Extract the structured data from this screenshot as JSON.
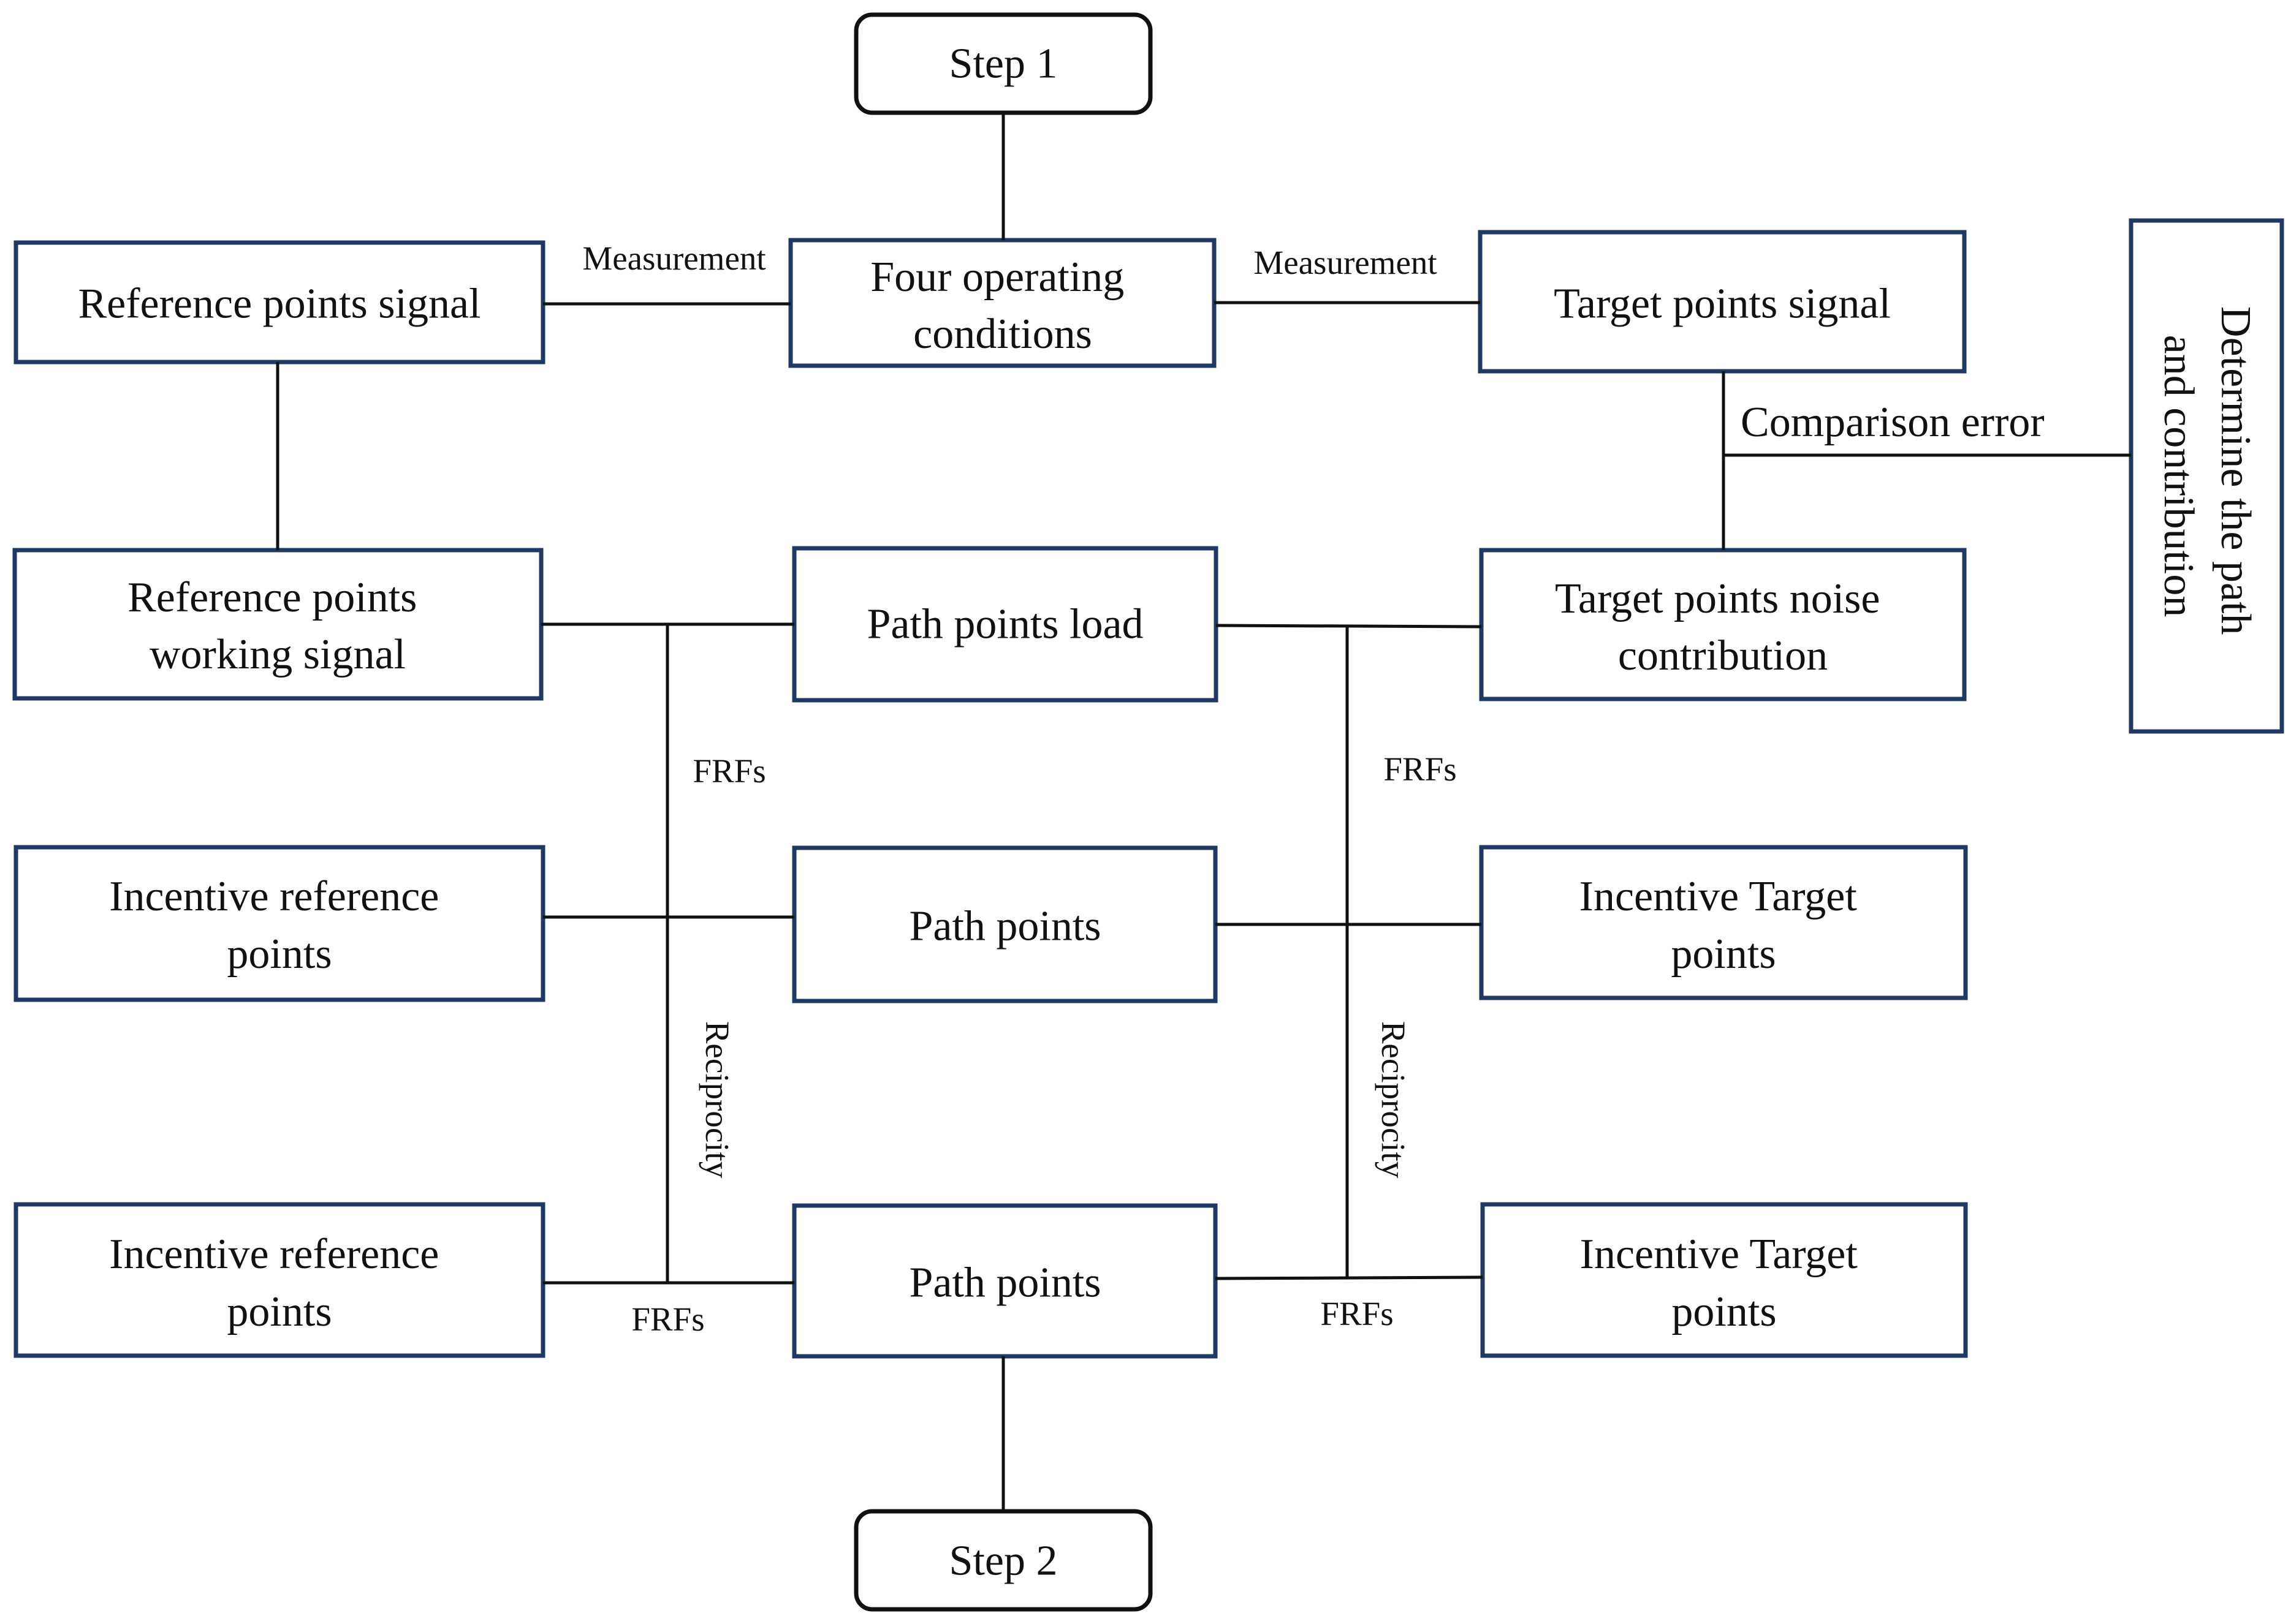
{
  "colors": {
    "box_border": "#1f3864",
    "line": "#111111",
    "background": "#ffffff"
  },
  "steps": {
    "step1": "Step 1",
    "step2": "Step 2"
  },
  "boxes": {
    "four_conditions": [
      "Four operating",
      "conditions"
    ],
    "reference_signal": [
      "Reference points signal"
    ],
    "target_signal": [
      "Target points signal"
    ],
    "determine": [
      "Determine the path",
      "and contribution"
    ],
    "reference_working": [
      "Reference points",
      "working signal"
    ],
    "path_load": [
      "Path points load"
    ],
    "target_noise": [
      "Target points noise",
      "contribution"
    ],
    "incentive_ref_mid": [
      "Incentive reference",
      "points"
    ],
    "path_points_mid": [
      "Path points"
    ],
    "incentive_target_mid": [
      "Incentive Target",
      "points"
    ],
    "incentive_ref_bottom": [
      "Incentive reference",
      "points"
    ],
    "path_points_bottom": [
      "Path points"
    ],
    "incentive_target_bottom": [
      "Incentive Target",
      "points"
    ]
  },
  "labels": {
    "measurement_left": "Measurement",
    "measurement_right": "Measurement",
    "comparison_error": "Comparison error",
    "frfs_left_upper": "FRFs",
    "frfs_right_upper": "FRFs",
    "reciprocity_left": "Reciprocity",
    "reciprocity_right": "Reciprocity",
    "frfs_left_bottom": "FRFs",
    "frfs_right_bottom": "FRFs"
  }
}
